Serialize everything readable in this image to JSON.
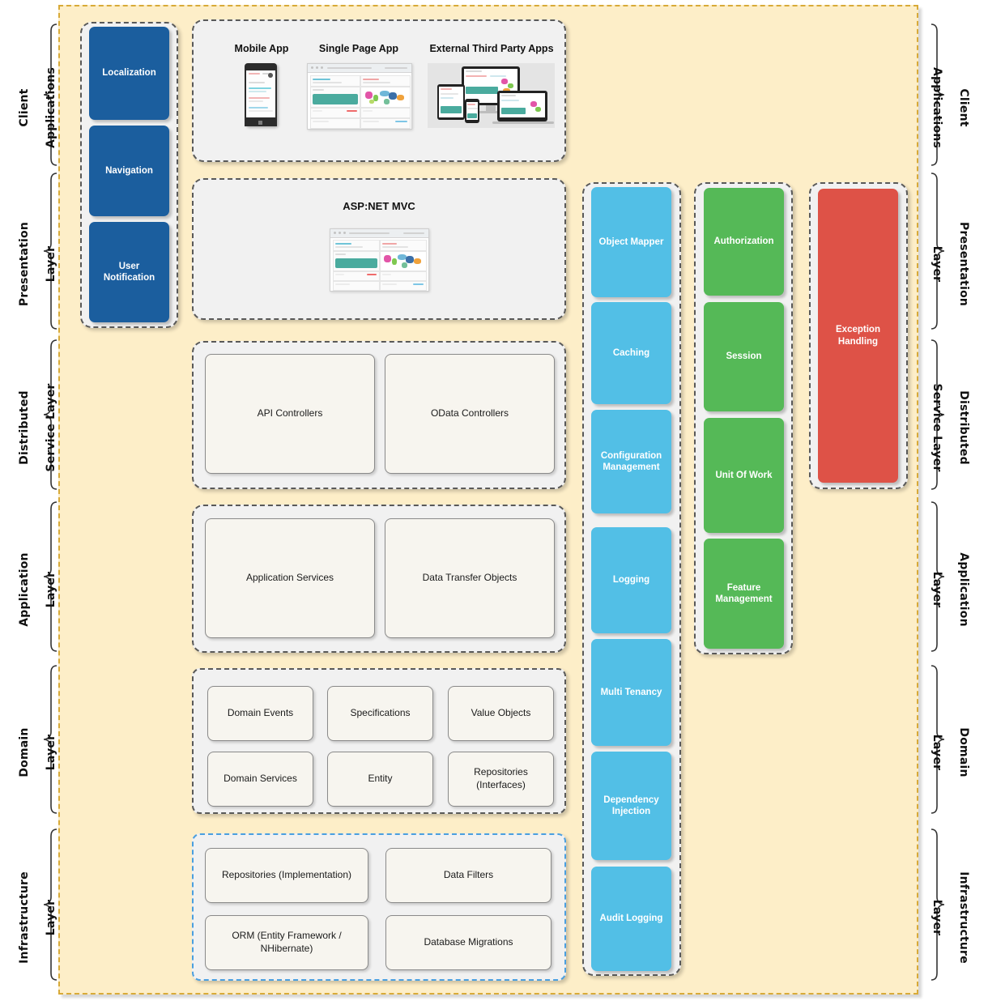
{
  "diagram": {
    "title": "Layered Application Architecture",
    "colors": {
      "outer_fill": "#fdeec8",
      "outer_border": "#d8aa38",
      "group_fill": "#f1f1f1",
      "group_border": "#595959",
      "infrastructure_border": "#4a9fe0",
      "navy": "#1b5e9e",
      "sky": "#52bfe6",
      "green": "#55b957",
      "red": "#de5247",
      "plain_box": "#f7f5ef"
    }
  },
  "layer_labels": [
    {
      "id": "client-applications",
      "line1": "Client",
      "line2": "Applications"
    },
    {
      "id": "presentation-layer",
      "line1": "Presentation",
      "line2": "Layer"
    },
    {
      "id": "distributed-service-layer",
      "line1": "Distributed",
      "line2": "Service Layer"
    },
    {
      "id": "application-layer",
      "line1": "Application",
      "line2": "Layer"
    },
    {
      "id": "domain-layer",
      "line1": "Domain",
      "line2": "Layer"
    },
    {
      "id": "infrastructure-layer",
      "line1": "Infrastructure",
      "line2": "Layer"
    }
  ],
  "cross_cutting_navy": {
    "items": [
      {
        "label": "Localization"
      },
      {
        "label": "Navigation"
      },
      {
        "label": "User\nNotification"
      }
    ]
  },
  "client_applications": {
    "items": [
      {
        "label": "Mobile App",
        "art": "phone-screenshot"
      },
      {
        "label": "Single Page App",
        "art": "browser-dashboard-screenshot"
      },
      {
        "label": "External Third Party Apps",
        "art": "multi-device-screenshot"
      }
    ]
  },
  "presentation_layer": {
    "title": "ASP:NET MVC",
    "art": "browser-dashboard-screenshot"
  },
  "distributed_service_layer": {
    "items": [
      {
        "label": "API Controllers"
      },
      {
        "label": "OData Controllers"
      }
    ]
  },
  "application_layer": {
    "items": [
      {
        "label": "Application Services"
      },
      {
        "label": "Data Transfer Objects"
      }
    ]
  },
  "domain_layer": {
    "items": [
      {
        "label": "Domain Events"
      },
      {
        "label": "Specifications"
      },
      {
        "label": "Value Objects"
      },
      {
        "label": "Domain Services"
      },
      {
        "label": "Entity"
      },
      {
        "label": "Repositories\n(Interfaces)"
      }
    ]
  },
  "infrastructure_layer": {
    "items": [
      {
        "label": "Repositories (Implementation)"
      },
      {
        "label": "Data Filters"
      },
      {
        "label": "ORM (Entity Framework /\nNHibernate)"
      },
      {
        "label": "Database Migrations"
      }
    ]
  },
  "cross_cutting_sky": {
    "items": [
      {
        "label": "Object Mapper"
      },
      {
        "label": "Caching"
      },
      {
        "label": "Configuration\nManagement"
      },
      {
        "label": "Logging"
      },
      {
        "label": "Multi Tenancy"
      },
      {
        "label": "Dependency\nInjection"
      },
      {
        "label": "Audit Logging"
      }
    ]
  },
  "cross_cutting_green": {
    "items": [
      {
        "label": "Authorization"
      },
      {
        "label": "Session"
      },
      {
        "label": "Unit Of Work"
      },
      {
        "label": "Feature\nManagement"
      }
    ]
  },
  "cross_cutting_red": {
    "items": [
      {
        "label": "Exception\nHandling"
      }
    ]
  }
}
